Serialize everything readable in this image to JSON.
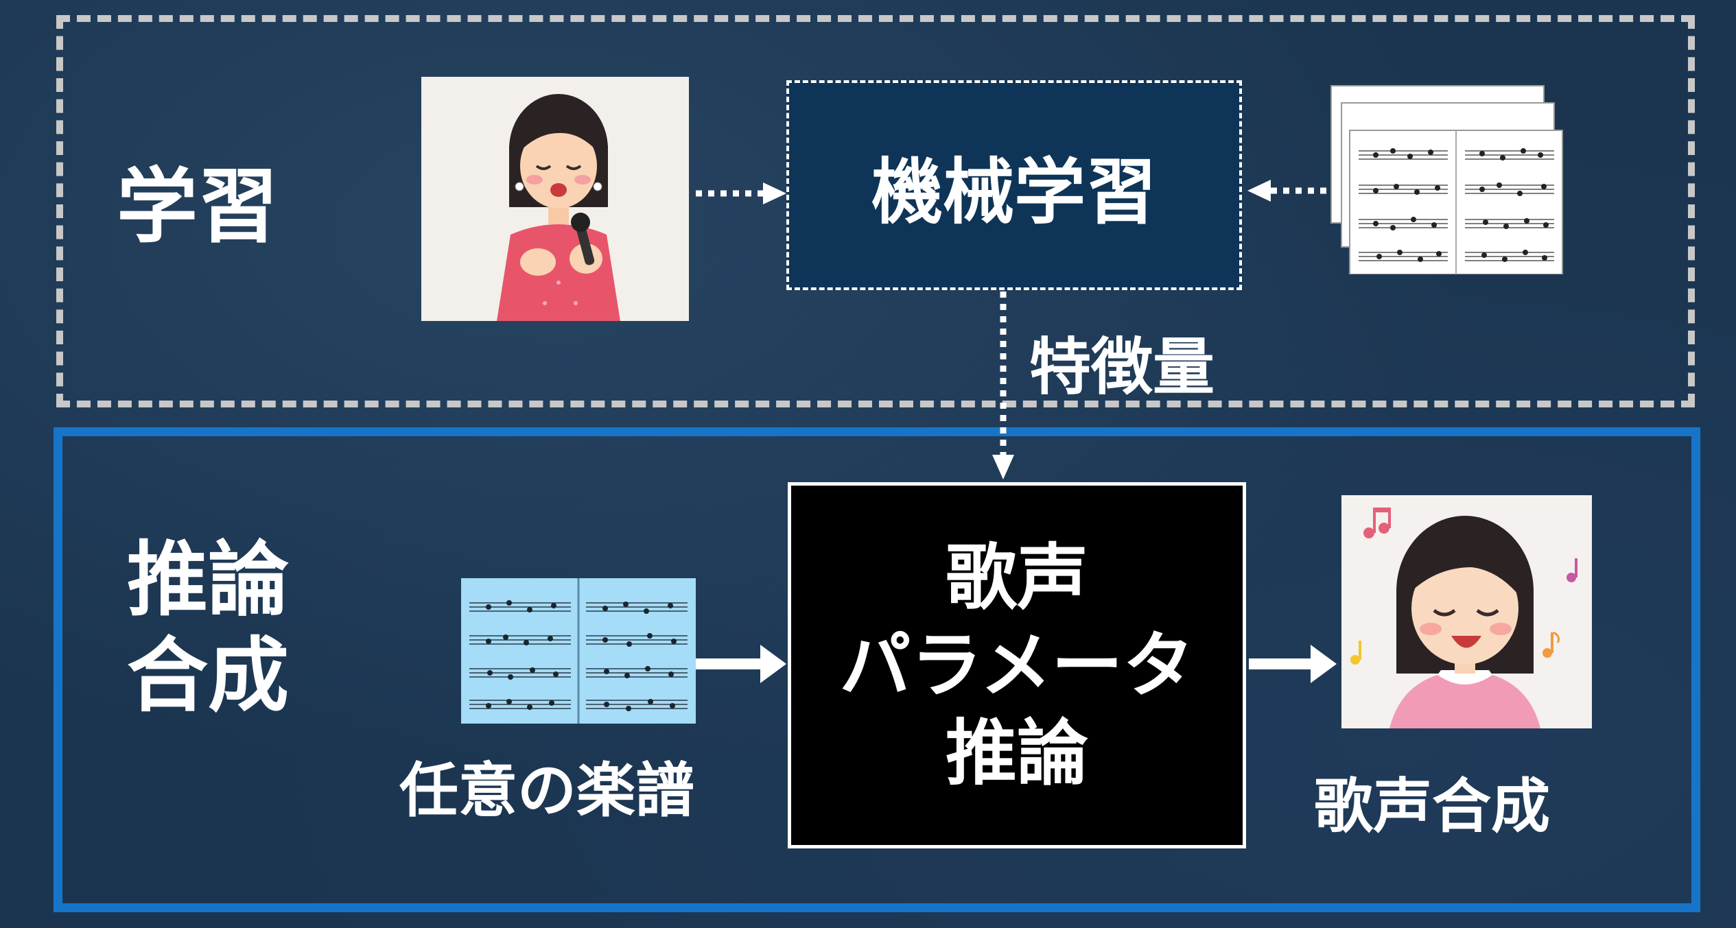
{
  "sections": {
    "training": {
      "label": "学習"
    },
    "inference": {
      "label_lines": [
        "推論",
        "合成"
      ]
    }
  },
  "nodes": {
    "machine_learning": "機械学習",
    "feature_label": "特徴量",
    "inference_box_lines": [
      "歌声",
      "パラメータ",
      "推論"
    ],
    "arbitrary_score": "任意の楽譜",
    "singing_synthesis": "歌声合成"
  },
  "icons": {
    "singer": "singer-with-microphone-icon",
    "sheet_music_stack": "sheet-music-stack-icon",
    "sheet_music_blue": "sheet-music-icon",
    "singing_woman": "singing-woman-icon"
  },
  "colors": {
    "background": "#1b3550",
    "training_border": "#c8c8c8",
    "inference_border": "#1775c9",
    "ml_box": "#0e3558",
    "inference_box": "#000000"
  }
}
